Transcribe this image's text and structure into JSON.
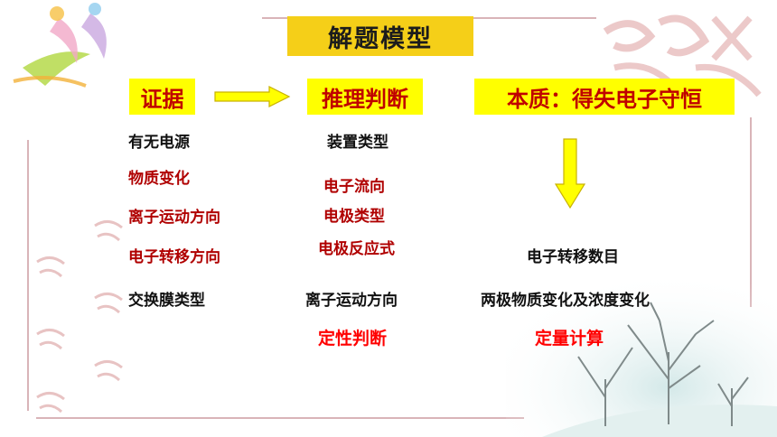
{
  "title": "解题模型",
  "headers": {
    "evidence": "证据",
    "reasoning": "推理判断",
    "essence": "本质：得失电子守恒"
  },
  "col1": [
    "有无电源",
    "物质变化",
    "离子运动方向",
    "电子转移方向",
    "交换膜类型"
  ],
  "col2": [
    "装置类型",
    "电子流向",
    "电极类型",
    "电极反应式",
    "离子运动方向",
    "定性判断"
  ],
  "col3": [
    "电子转移数目",
    "两极物质变化及浓度变化",
    "定量计算"
  ],
  "colors": {
    "title_bg": "#f5cf18",
    "header_bg": "#ffff00",
    "header_text": "#c00000",
    "dark_red": "#b00000",
    "bright_red": "#ff0000"
  },
  "icons": [
    "right-arrow-icon",
    "down-arrow-icon",
    "figure-logo-icon",
    "calligraphy-watermark-icon",
    "tree-landscape-icon"
  ]
}
